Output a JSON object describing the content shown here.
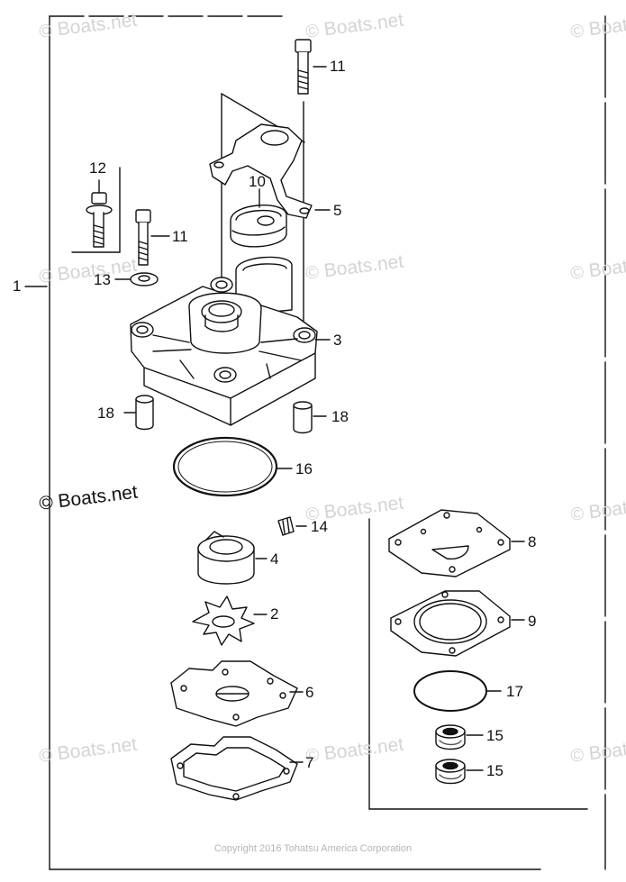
{
  "diagram": {
    "callouts": [
      "1",
      "2",
      "3",
      "4",
      "5",
      "6",
      "7",
      "8",
      "9",
      "10",
      "11",
      "11",
      "12",
      "13",
      "14",
      "15",
      "15",
      "16",
      "17",
      "18",
      "18"
    ],
    "brand": {
      "symbol": "©",
      "text": "Boats.net"
    },
    "watermark": {
      "symbol": "©",
      "text": "Boats.net"
    },
    "copyright": "Copyright 2016 Tohatsu America Corporation",
    "colors": {
      "line": "#111111",
      "watermark": "#d4d4d4",
      "copyright": "#b5b5b5"
    }
  }
}
